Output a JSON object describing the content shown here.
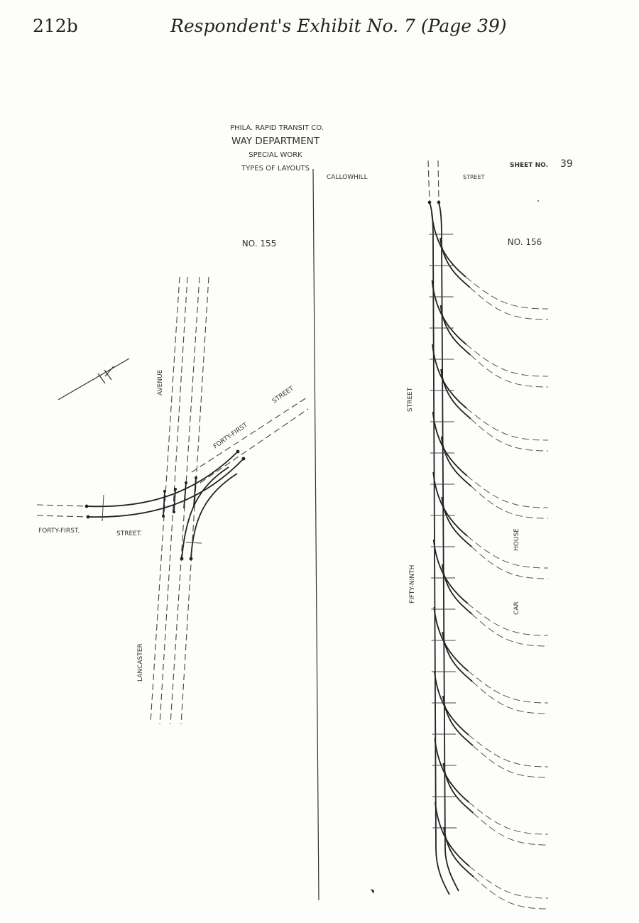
{
  "header": {
    "page_number": "212b",
    "exhibit_title": "Respondent's Exhibit No. 7 (Page 39)"
  },
  "title_block": {
    "company": "PHILA. RAPID TRANSIT CO.",
    "department": "WAY DEPARTMENT",
    "work": "SPECIAL WORK",
    "types": "TYPES OF LAYOUTS",
    "sheet_label": "SHEET NO.",
    "sheet_number": "39"
  },
  "layout_155": {
    "number": "NO. 155",
    "street_avenue": "AVENUE",
    "street_lancaster": "LANCASTER",
    "street_forty_first_upper_1": "FORTY-FIRST",
    "street_forty_first_upper_2": "STREET",
    "street_forty_first_lower_1": "FORTY-FIRST.",
    "street_forty_first_lower_2": "STREET."
  },
  "layout_156": {
    "number": "NO. 156",
    "callowhill": "CALLOWHILL",
    "callowhill_street": "STREET",
    "fifty_ninth": "FIFTY-NINTH",
    "fifty_ninth_street": "STREET",
    "car": "CAR",
    "house": "HOUSE"
  }
}
